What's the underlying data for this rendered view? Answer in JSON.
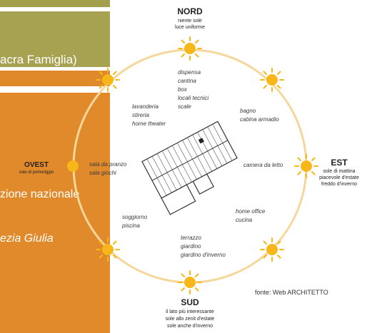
{
  "left": {
    "olive_text": "acra Famiglia)",
    "orange_line1": "zione nazionale",
    "orange_line2": "ezia Giulia"
  },
  "diagram": {
    "north": {
      "title": "NORD",
      "line1": "niente sole",
      "line2": "luce uniforme"
    },
    "south": {
      "title": "SUD",
      "line1": "il lato più interessante",
      "line2": "sole allo zenit d'estate",
      "line3": "sole anche d'inverno"
    },
    "east": {
      "title": "EST",
      "line1": "sole di mattina",
      "line2": "piacevole d'estate",
      "line3": "freddo d'inverno"
    },
    "west": {
      "title": "OVEST",
      "line1": "sole di pomeriggio"
    },
    "rooms": {
      "north": [
        "dispensa",
        "cantina",
        "box",
        "locali tecnici",
        "scale"
      ],
      "northwest": [
        "lavanderia",
        "stireria",
        "home theater"
      ],
      "northeast": [
        "bagno",
        "cabina armadio"
      ],
      "west": [
        "sala da pranzo",
        "sala giochi"
      ],
      "east": [
        "camera da letto"
      ],
      "southwest": [
        "soggiorno",
        "piscina"
      ],
      "southeast": [
        "home office",
        "cucina"
      ],
      "south": [
        "terrazzo",
        "giardino",
        "giardino d'inverno"
      ]
    },
    "source": "fonte: Web ARCHITETTO",
    "colors": {
      "circle": "#f6d79b",
      "sun": "#f7b719",
      "orange": "#e08a2c",
      "olive": "#a7a251"
    }
  }
}
